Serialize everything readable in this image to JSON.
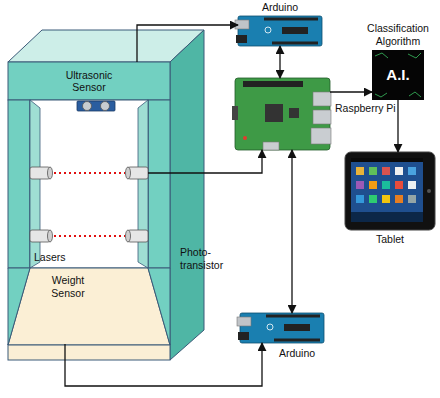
{
  "diagram": {
    "nodes": [
      {
        "text": [
          "Arduino"
        ]
      },
      {
        "text": [
          "Ultrasonic Sensor"
        ]
      },
      {
        "text": [
          "Raspberry Pi"
        ]
      },
      {
        "text": [
          "Classification Algorithm",
          "A.I."
        ]
      },
      {
        "text": [
          "Photo-transistor"
        ]
      },
      {
        "text": [
          "Tablet"
        ]
      },
      {
        "text": [
          "Weight Sensor"
        ]
      },
      {
        "text": [
          "Arduino"
        ]
      }
    ],
    "edges": [
      {
        "from": 1,
        "to": 0,
        "arrow": "to"
      },
      {
        "from": 0,
        "to": 2,
        "arrow": "both"
      },
      {
        "from": 4,
        "to": 2,
        "arrow": "to"
      },
      {
        "from": 2,
        "to": 7,
        "arrow": "both"
      },
      {
        "from": 6,
        "to": 7,
        "arrow": "to"
      },
      {
        "from": 2,
        "to": 3,
        "arrow": "to"
      },
      {
        "from": 3,
        "to": 5,
        "arrow": "to"
      }
    ],
    "labels": [
      "Lasers"
    ]
  }
}
